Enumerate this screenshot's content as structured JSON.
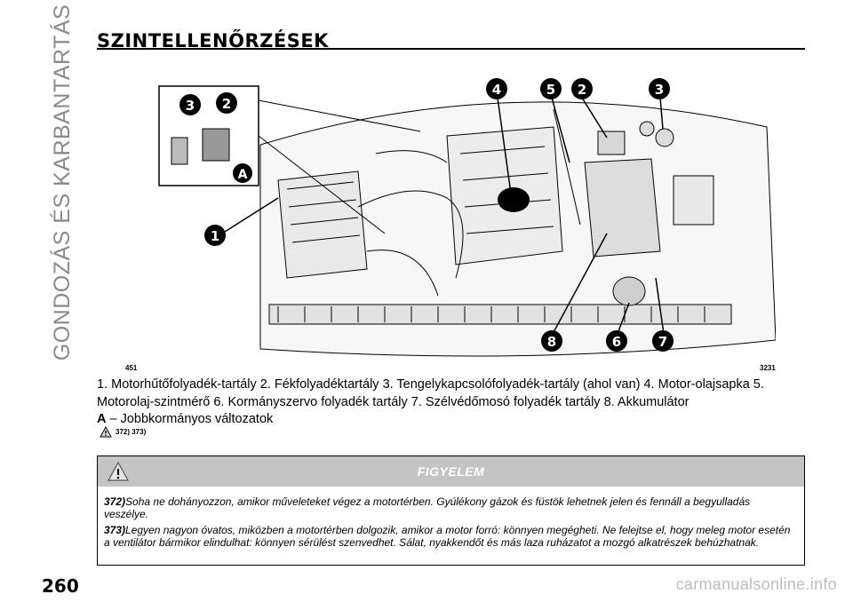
{
  "sidebar": {
    "chapter": "GONDOZÁS ÉS KARBANTARTÁS"
  },
  "header": {
    "title": "SZINTELLENŐRZÉSEK"
  },
  "figure": {
    "number": "451",
    "code": "3231",
    "inset_callouts": [
      "3",
      "2",
      "A"
    ],
    "callouts": [
      "1",
      "2",
      "3",
      "4",
      "5",
      "6",
      "7",
      "8"
    ]
  },
  "caption": {
    "items": "1. Motorhűtőfolyadék-tartály 2. Fékfolyadéktartály 3. Tengelykapcsolófolyadék-tartály (ahol van) 4. Motor-olajsapka 5. Motorolaj-szintmérő 6. Kormányszervo folyadék tartály 7. Szélvédőmosó folyadék tartály 8. Akkumulátor",
    "variant_letter": "A",
    "variant_text": " – Jobbkormányos változatok"
  },
  "warning_refs": "372) 373)",
  "warning": {
    "title": "FIGYELEM",
    "items": [
      {
        "num": "372)",
        "text": "Soha ne dohányozzon, amikor műveleteket végez a motortérben. Gyúlékony gázok és füstök lehetnek jelen és fennáll a begyulladás veszélye."
      },
      {
        "num": "373)",
        "text": "Legyen nagyon óvatos, miközben a motortérben dolgozik, amikor a motor forró: könnyen megégheti. Ne felejtse el, hogy meleg motor esetén a ventilátor bármikor elindulhat: könnyen sérülést szenvedhet. Sálat, nyakkendőt és más laza ruházatot a mozgó alkatrészek behúzhatnak."
      }
    ]
  },
  "footer": {
    "page_number": "260",
    "watermark": "carmanualsonline.info"
  }
}
